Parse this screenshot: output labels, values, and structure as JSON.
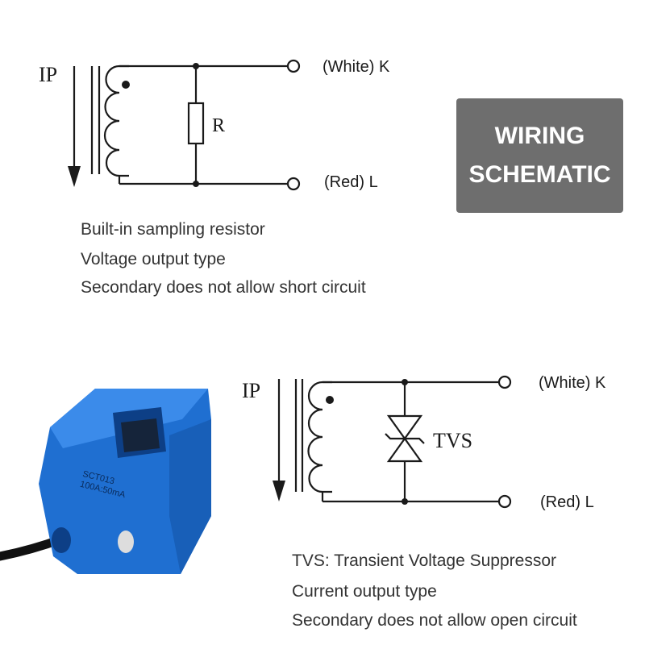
{
  "top_circuit": {
    "current_label": "IP",
    "component_label": "R",
    "terminal_top": "(White) K",
    "terminal_bottom": "(Red) L",
    "notes": [
      "Built-in sampling resistor",
      "Voltage output type",
      "Secondary does not allow short circuit"
    ]
  },
  "badge": {
    "line1": "WIRING",
    "line2": "SCHEMATIC"
  },
  "bottom_circuit": {
    "current_label": "IP",
    "component_label": "TVS",
    "terminal_top": "(White) K",
    "terminal_bottom": "(Red) L",
    "notes": [
      "TVS: Transient Voltage Suppressor",
      "Current output type",
      "Secondary does not allow open circuit"
    ]
  },
  "product": {
    "model": "SCT013",
    "rating": "100A:50mA"
  },
  "colors": {
    "badge_bg": "#6e6e6e",
    "sensor_blue": "#1f6fd1",
    "line": "#1a1a1a"
  }
}
